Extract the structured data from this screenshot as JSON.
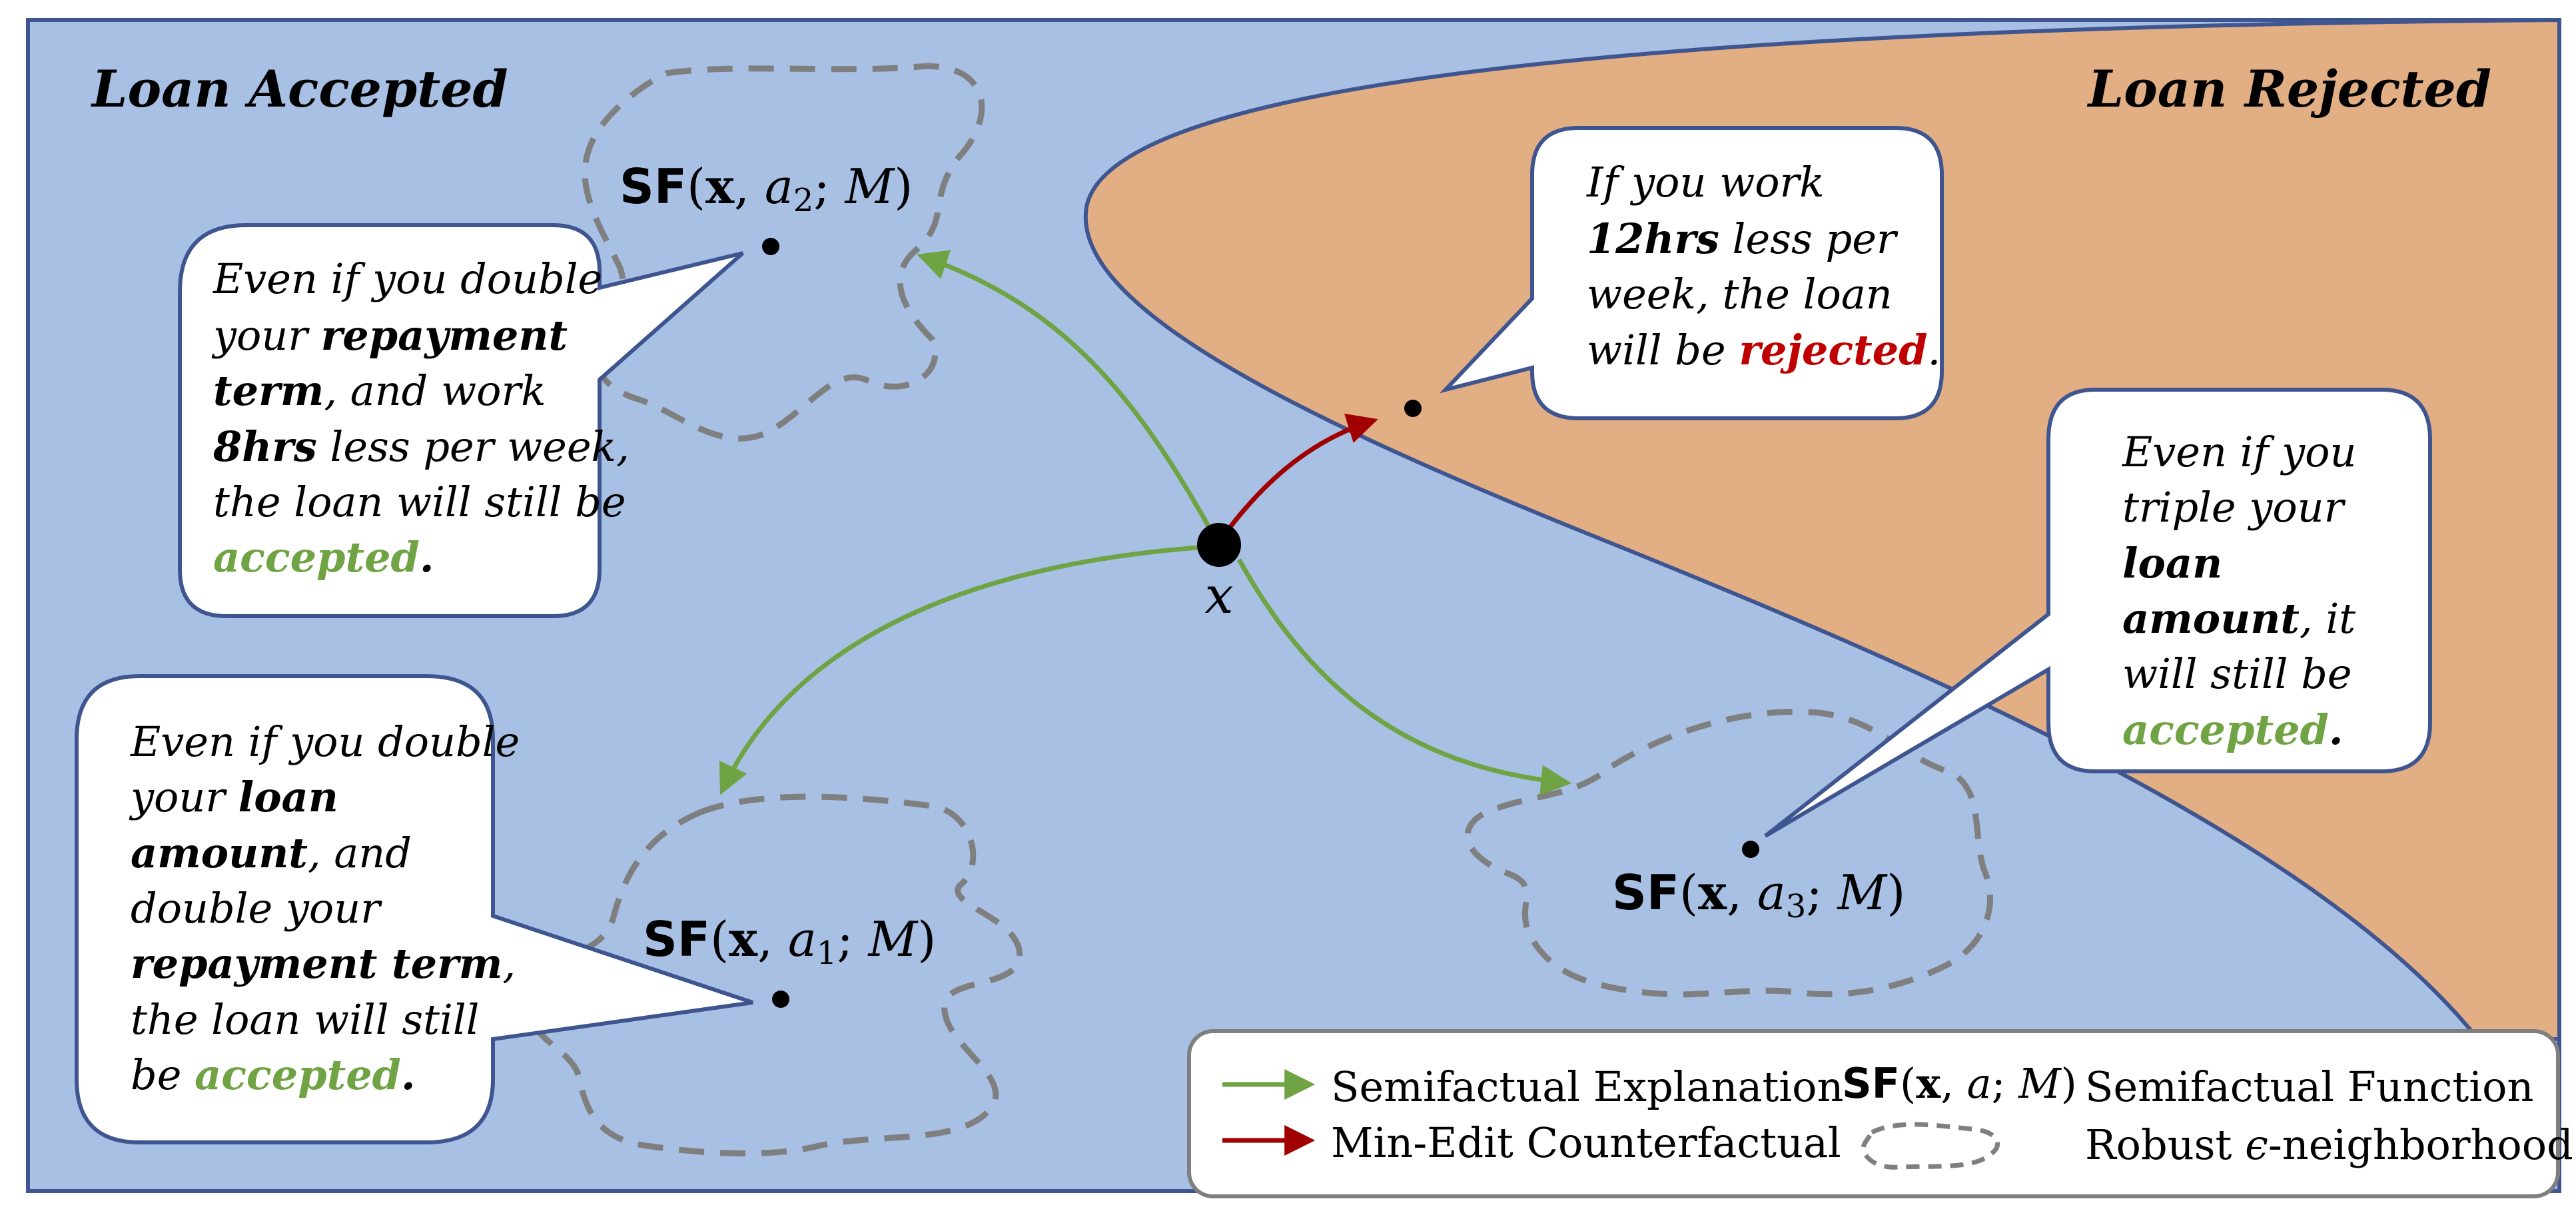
{
  "regions": {
    "accepted_title": "Loan Accepted",
    "rejected_title": "Loan Rejected"
  },
  "point_x": "x",
  "sf_labels": {
    "a1": {
      "bb": "SF",
      "open": "(",
      "x": "x",
      "sep": ", ",
      "a": "a",
      "sub": "1",
      "semi": "; ",
      "m": "M",
      "close": ")"
    },
    "a2": {
      "bb": "SF",
      "open": "(",
      "x": "x",
      "sep": ", ",
      "a": "a",
      "sub": "2",
      "semi": "; ",
      "m": "M",
      "close": ")"
    },
    "a3": {
      "bb": "SF",
      "open": "(",
      "x": "x",
      "sep": ", ",
      "a": "a",
      "sub": "3",
      "semi": "; ",
      "m": "M",
      "close": ")"
    }
  },
  "bubbles": {
    "top_left": {
      "l1": "Even if you double",
      "l2a": "your ",
      "l2b": "repayment",
      "l3a": "term",
      "l3b": ", and work",
      "l4a": "8hrs",
      "l4b": " less per week,",
      "l5": "the loan will still be",
      "l6a": "accepted",
      "l6b": "."
    },
    "bottom_left": {
      "l1": "Even if you double",
      "l2a": "your ",
      "l2b": "loan",
      "l3a": "amount",
      "l3b": ", and",
      "l4": "double your",
      "l5a": "repayment term",
      "l5b": ",",
      "l6": "the loan will still",
      "l7a": "be ",
      "l7b": "accepted",
      "l7c": "."
    },
    "top_center": {
      "l1": "If you work",
      "l2a": "12hrs",
      "l2b": " less per",
      "l3": "week, the loan",
      "l4a": "will be ",
      "l4b": "rejected",
      "l4c": "."
    },
    "right": {
      "l1": "Even if you",
      "l2": "triple your",
      "l3": "loan",
      "l4a": "amount",
      "l4b": ", it",
      "l5": "will still be",
      "l6a": "accepted",
      "l6b": "."
    }
  },
  "legend": {
    "semifactual_explanation": "Semifactual Explanation",
    "min_edit_counterfactual": "Min-Edit Counterfactual",
    "sf_function_symbol": {
      "bb": "SF",
      "open": "(",
      "x": "x",
      "sep": ", ",
      "a": "a",
      "semi": "; ",
      "m": "M",
      "close": ")"
    },
    "semifactual_function": "Semifactual Function",
    "robust_prefix": "Robust ",
    "epsilon": "ϵ",
    "robust_suffix": "-neighborhood"
  },
  "colors": {
    "accepted_bg": "#a7c0e4",
    "rejected_bg": "#e2ae83",
    "border": "#3f5590",
    "semifactual_arrow": "#70a343",
    "counterfactual_arrow": "#a00000",
    "neighborhood_dash": "#7f7f7f",
    "accepted_text": "#70a343",
    "rejected_text": "#c00000"
  },
  "icons": {
    "semifactual_arrow_icon": "green-right-arrow",
    "counterfactual_arrow_icon": "red-right-arrow",
    "neighborhood_icon": "dashed-blob"
  }
}
